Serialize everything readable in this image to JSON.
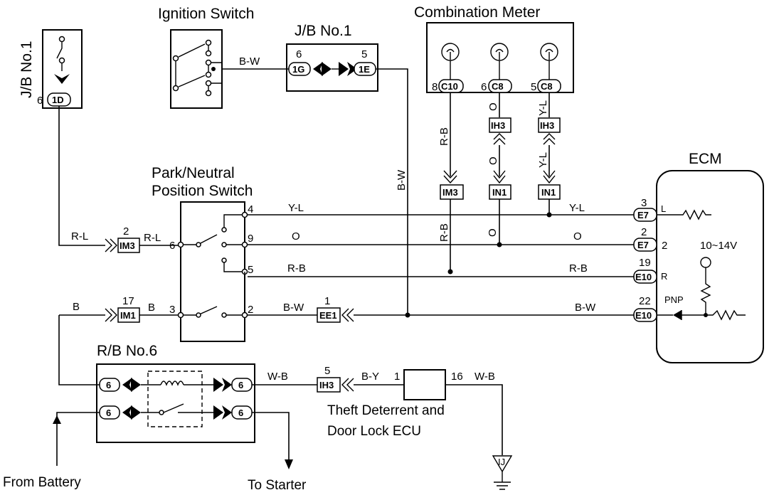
{
  "labels": {
    "jb1_left": "J/B No.1",
    "ignition_switch": "Ignition Switch",
    "jb1_top": "J/B No.1",
    "combination_meter": "Combination Meter",
    "ecm": "ECM",
    "pnp_switch_line1": "Park/Neutral",
    "pnp_switch_line2": "Position Switch",
    "rb6": "R/B No.6",
    "theft_line1": "Theft Deterrent and",
    "theft_line2": "Door Lock ECU",
    "from_battery": "From Battery",
    "to_starter": "To Starter",
    "voltage": "10~14V",
    "pnp_short": "PNP",
    "ecm_L": "L",
    "ecm_R": "R"
  },
  "connectors": {
    "jb1_1D": "1D",
    "jb1_1G": "1G",
    "jb1_1E": "1E",
    "meter_C10": "C10",
    "meter_C8a": "C8",
    "meter_C8b": "C8",
    "IH3_o": "IH3",
    "IH3_yl": "IH3",
    "IM3_rb": "IM3",
    "IN1_o": "IN1",
    "IN1_yl": "IN1",
    "IM3_rl": "IM3",
    "IM1": "IM1",
    "EE1": "EE1",
    "E7_a": "E7",
    "E7_b": "E7",
    "E10_a": "E10",
    "E10_b": "E10",
    "rb6_1": "6",
    "rb6_2": "6",
    "rb6_3": "6",
    "rb6_4": "6",
    "IH3_by": "IH3",
    "IJ": "IJ"
  },
  "pins": {
    "jb1_1D": "6",
    "jb1_1G": "6",
    "jb1_1E": "5",
    "meter_C10": "8",
    "meter_C8a": "6",
    "meter_C8b": "5",
    "pnp_4": "4",
    "pnp_9": "9",
    "pnp_5": "5",
    "pnp_2": "2",
    "pnp_6": "6",
    "pnp_3": "3",
    "IM3_rl": "2",
    "IM1": "17",
    "EE1": "1",
    "E7_a": "3",
    "E7_b": "2",
    "E7_b_side": "2",
    "E10_a": "19",
    "E10_b": "22",
    "IH3_by": "5",
    "theft_1": "1",
    "theft_16": "16"
  },
  "wire_colors": {
    "bw_ign": "B-W",
    "bw_vert": "B-W",
    "rb_meter": "R-B",
    "o_meter": "O",
    "yl_meter": "Y-L",
    "o_ih3": "O",
    "yl_ih3": "Y-L",
    "rb_im3": "R-B",
    "o_in1": "O",
    "rl_left": "R-L",
    "rl_right": "R-L",
    "yl_pnp": "Y-L",
    "o_pnp": "O",
    "rb_pnp": "R-B",
    "yl_ecm": "Y-L",
    "o_ecm": "O",
    "rb_ecm": "R-B",
    "b_left": "B",
    "b_right": "B",
    "bw_pnp": "B-W",
    "bw_ecm": "B-W",
    "wb_rb": "W-B",
    "by_theft": "B-Y",
    "wb_theft": "W-B"
  }
}
